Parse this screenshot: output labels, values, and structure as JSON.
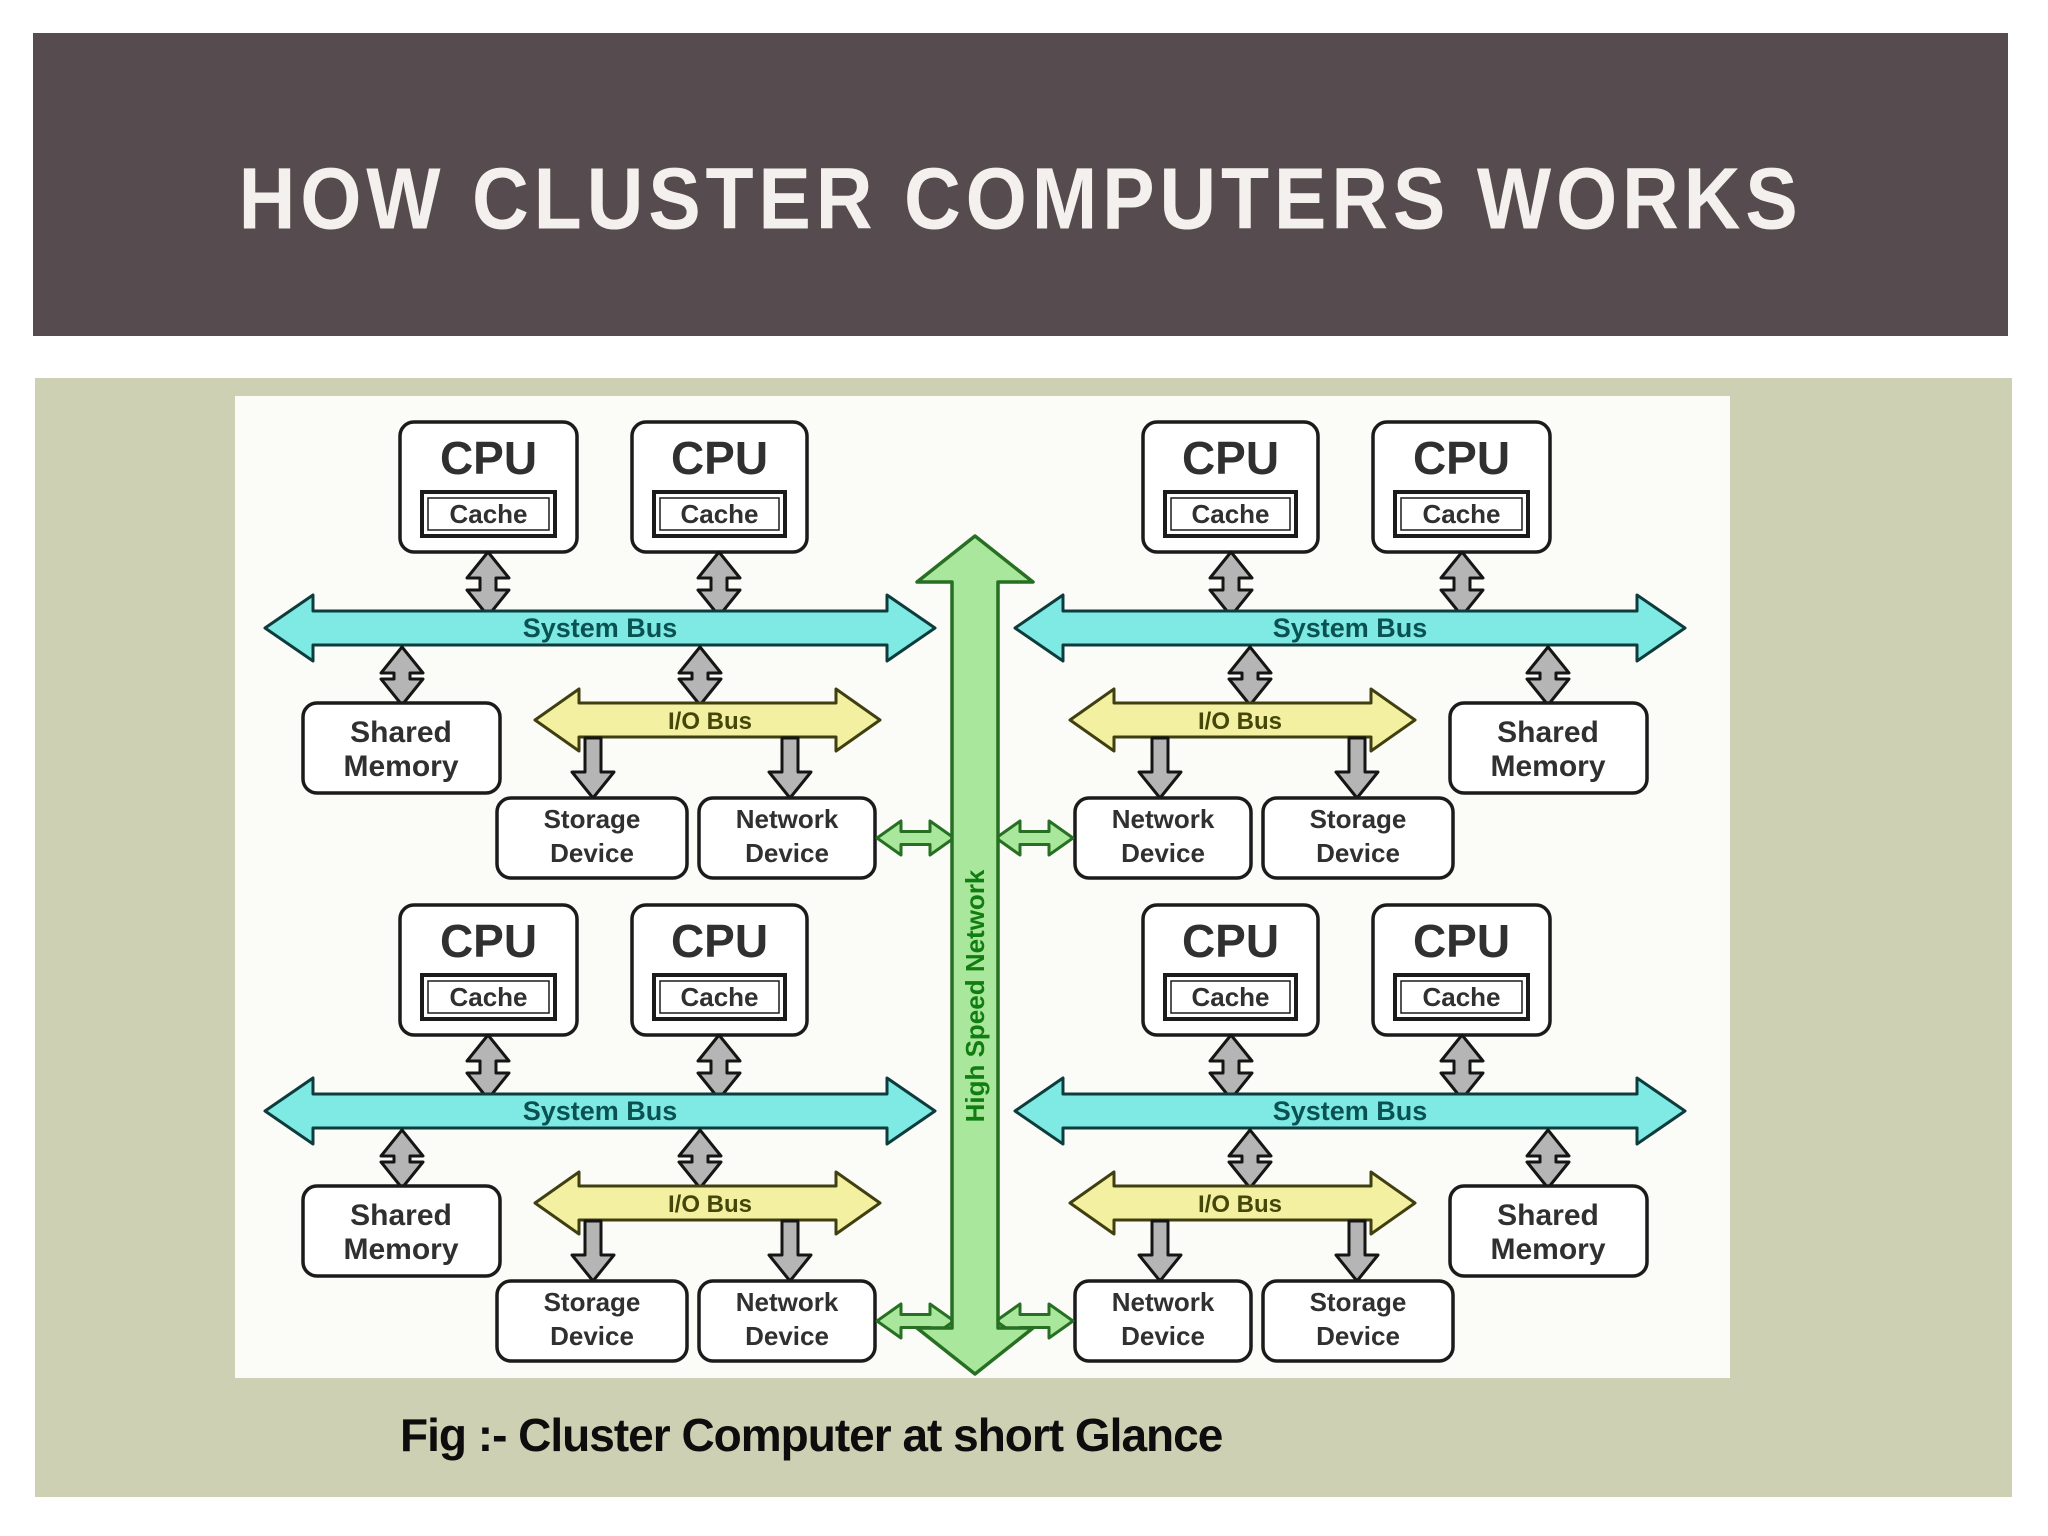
{
  "slide": {
    "title": "HOW CLUSTER COMPUTERS WORKS",
    "caption": "Fig :- Cluster Computer at short Glance"
  },
  "colors": {
    "header_bg": "#564b4e",
    "title_text": "#f4f0ed",
    "content_bg": "#cdd0b2",
    "panel_bg": "#fbfbf7",
    "system_bus_fill": "#7fe9e4",
    "system_bus_stroke": "#0e3c3c",
    "system_bus_text": "#0a5252",
    "io_bus_fill": "#f3f0a2",
    "io_bus_stroke": "#3f3f10",
    "io_bus_text": "#45470a",
    "gray_arrow_fill": "#b5b5b5",
    "gray_arrow_stroke": "#151515",
    "green_arrow_fill": "#a9e79c",
    "green_arrow_stroke": "#276f22",
    "green_text": "#117d11",
    "box_fill": "#ffffff",
    "box_stroke": "#1b1b1b",
    "box_text": "#303030"
  },
  "diagram": {
    "central_arrow_label": "High Speed Network",
    "bus_labels": {
      "system": "System Bus",
      "io": "I/O Bus"
    },
    "box_labels": {
      "cpu": "CPU",
      "cache": "Cache",
      "shared": "Shared Memory",
      "storage": "Storage Device",
      "network": "Network Device"
    },
    "quadrants": [
      {
        "id": "top-left",
        "mirrored": false
      },
      {
        "id": "top-right",
        "mirrored": true
      },
      {
        "id": "bottom-left",
        "mirrored": false
      },
      {
        "id": "bottom-right",
        "mirrored": true
      }
    ]
  }
}
